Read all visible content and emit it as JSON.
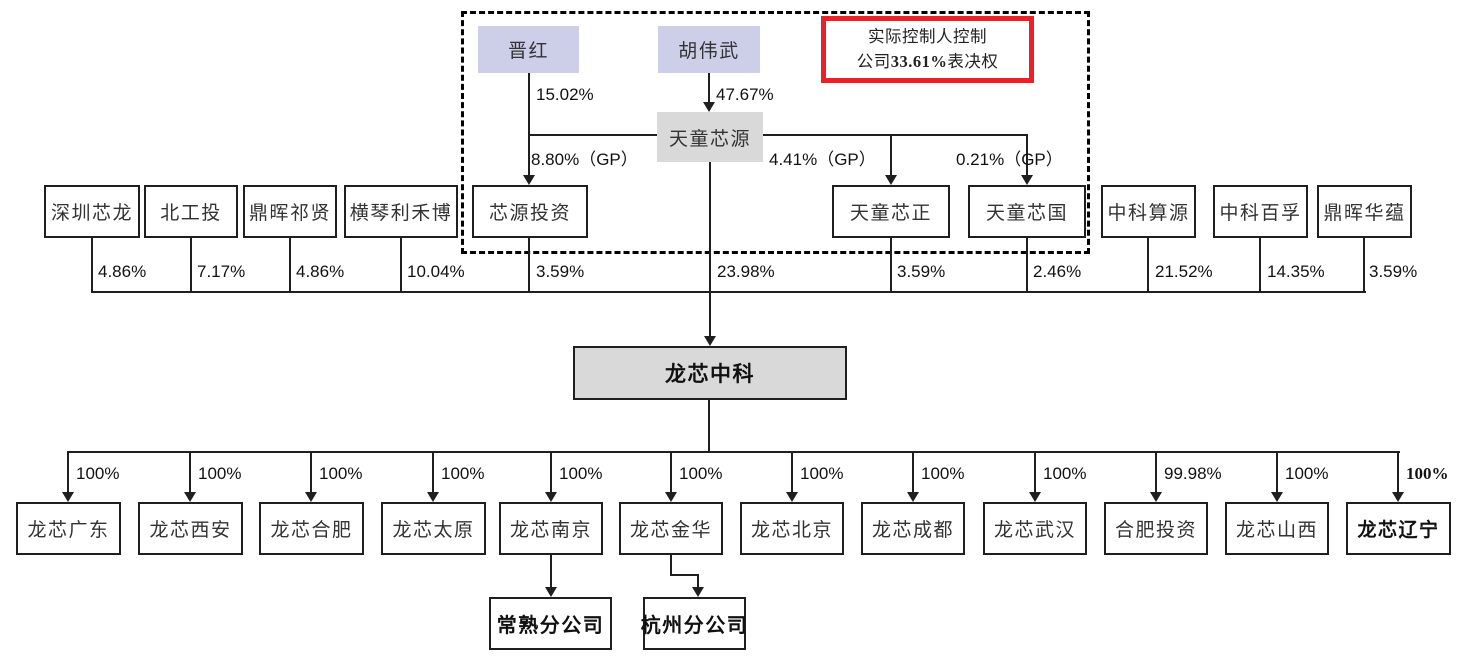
{
  "top_section": {
    "person_left": {
      "name": "晋红",
      "stake": "15.02%"
    },
    "person_right": {
      "name": "胡伟武",
      "stake": "47.67%"
    },
    "holding": {
      "name": "天童芯源",
      "company_stake": "23.98%"
    },
    "gp_edges": [
      {
        "target": "芯源投资",
        "label": "8.80%（GP）"
      },
      {
        "target": "天童芯正",
        "label": "4.41%（GP）"
      },
      {
        "target": "天童芯国",
        "label": "0.21%（GP）"
      }
    ],
    "controller_note": {
      "line1": "实际控制人控制",
      "line2_prefix": "公司",
      "line2_bold": "33.61%",
      "line2_suffix": "表决权"
    }
  },
  "shareholders": [
    {
      "name": "深圳芯龙",
      "stake": "4.86%"
    },
    {
      "name": "北工投",
      "stake": "7.17%"
    },
    {
      "name": "鼎晖祁贤",
      "stake": "4.86%"
    },
    {
      "name": "横琴利禾博",
      "stake": "10.04%"
    },
    {
      "name": "芯源投资",
      "stake": "3.59%"
    },
    {
      "name": "天童芯正",
      "stake": "3.59%"
    },
    {
      "name": "天童芯国",
      "stake": "2.46%"
    },
    {
      "name": "中科算源",
      "stake": "21.52%"
    },
    {
      "name": "中科百孚",
      "stake": "14.35%"
    },
    {
      "name": "鼎晖华蕴",
      "stake": "3.59%"
    }
  ],
  "company": {
    "name": "龙芯中科"
  },
  "subsidiaries": [
    {
      "name": "龙芯广东",
      "stake": "100%"
    },
    {
      "name": "龙芯西安",
      "stake": "100%"
    },
    {
      "name": "龙芯合肥",
      "stake": "100%"
    },
    {
      "name": "龙芯太原",
      "stake": "100%"
    },
    {
      "name": "龙芯南京",
      "stake": "100%"
    },
    {
      "name": "龙芯金华",
      "stake": "100%"
    },
    {
      "name": "龙芯北京",
      "stake": "100%"
    },
    {
      "name": "龙芯成都",
      "stake": "100%"
    },
    {
      "name": "龙芯武汉",
      "stake": "100%"
    },
    {
      "name": "合肥投资",
      "stake": "99.98%"
    },
    {
      "name": "龙芯山西",
      "stake": "100%"
    },
    {
      "name": "龙芯辽宁",
      "stake": "100%"
    }
  ],
  "branches": [
    {
      "name": "常熟分公司",
      "parent": "龙芯南京"
    },
    {
      "name": "杭州分公司",
      "parent": "龙芯金华"
    }
  ]
}
